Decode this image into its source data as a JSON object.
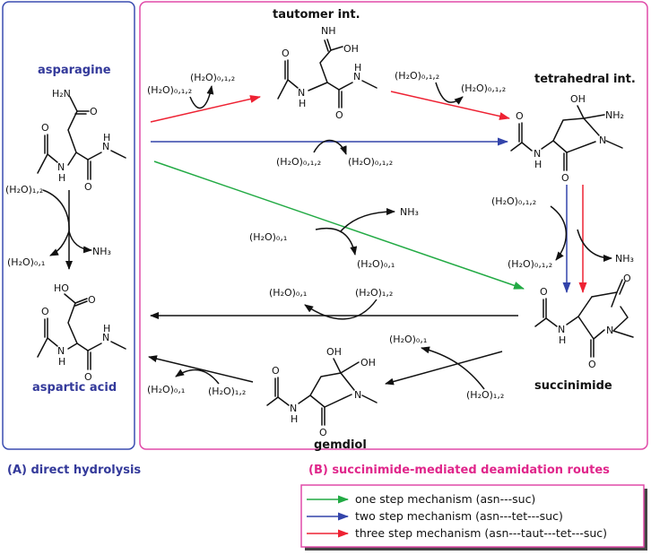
{
  "sections": {
    "a_label": "(A) direct hydrolysis",
    "b_label": "(B) succinimide-mediated deamidation routes"
  },
  "compounds": {
    "asparagine": "asparagine",
    "aspartic_acid": "aspartic acid",
    "tautomer": "tautomer int.",
    "tetrahedral": "tetrahedral int.",
    "succinimide": "succinimide",
    "gemdiol": "gemdiol"
  },
  "atoms": {
    "h2n": "H₂N",
    "o": "O",
    "n": "N",
    "h": "H",
    "ho": "HO",
    "oh": "OH",
    "nh": "NH",
    "nh2": "NH₂",
    "nh3": "NH₃"
  },
  "water": {
    "w012": "(H₂O)₀,₁,₂",
    "w12": "(H₂O)₁,₂",
    "w01": "(H₂O)₀,₁"
  },
  "legend": [
    {
      "color": "#22aa44",
      "label": "one step mechanism (asn---suc)"
    },
    {
      "color": "#3344aa",
      "label": "two step mechanism (asn---tet---suc)"
    },
    {
      "color": "#ee2233",
      "label": "three step mechanism (asn---taut---tet---suc)"
    }
  ],
  "colors": {
    "panel_a_border": "#3a4cb0",
    "panel_b_border": "#e04aa8",
    "green": "#22aa44",
    "blue": "#3344aa",
    "red": "#ee2233"
  }
}
